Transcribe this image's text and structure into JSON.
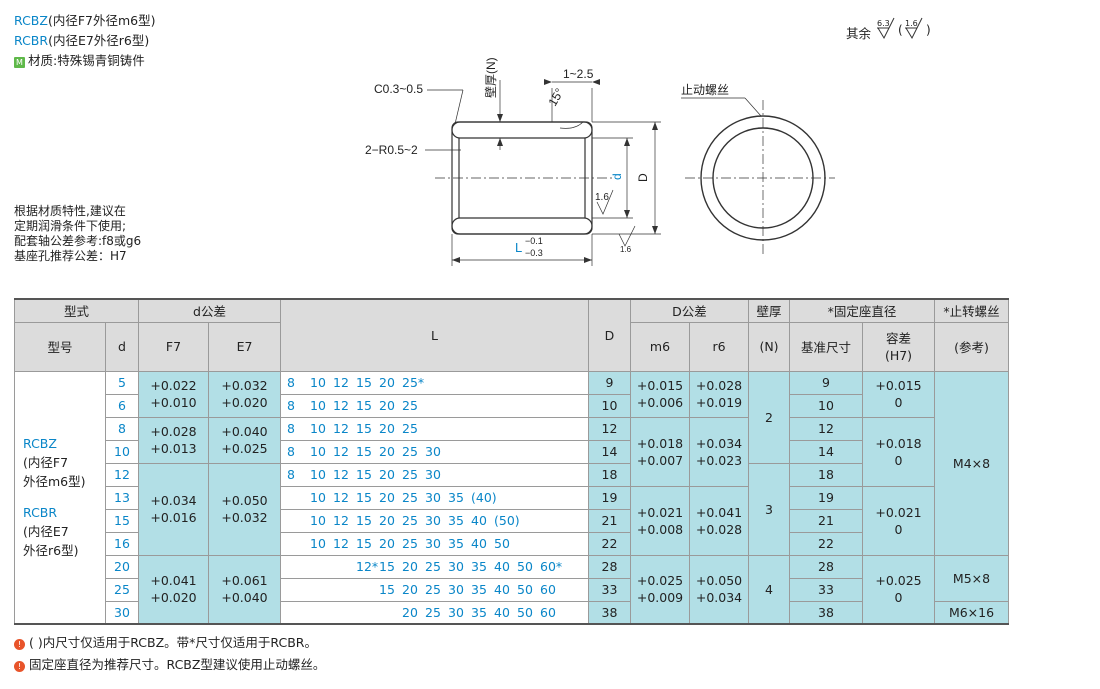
{
  "header": {
    "line1_code": "RCBZ",
    "line1_desc": "(内径F7外径m6型)",
    "line2_code": "RCBR",
    "line2_desc": "(内径E7外径r6型)",
    "material_badge": "M",
    "material_text": "材质:特殊锡青铜铸件"
  },
  "surface_note": {
    "prefix": "其余",
    "r1": "6.3",
    "r2": "1.6"
  },
  "side_note": [
    "根据材质特性,建议在",
    "定期润滑条件下使用;",
    "配套轴公差参考:f8或g6",
    "基座孔推荐公差：H7"
  ],
  "drawing": {
    "chamfer": "C0.3~0.5",
    "radius": "2−R0.5~2",
    "wall": "壁厚(N)",
    "angle": "15°",
    "gap": "1~2.5",
    "d": "d",
    "D": "D",
    "roughness1": "1.6",
    "roughness2": "1.6",
    "L": "L",
    "L_upper": "−0.1",
    "L_lower": "−0.3",
    "stop_screw": "止动螺丝"
  },
  "table": {
    "h_type": "型式",
    "h_dtol": "d公差",
    "h_L": "L",
    "h_D": "D",
    "h_Dtol": "D公差",
    "h_wall": "壁厚",
    "h_fix": "*固定座直径",
    "h_screw": "*止转螺丝",
    "h_model": "型号",
    "h_d": "d",
    "h_F7": "F7",
    "h_E7": "E7",
    "h_m6": "m6",
    "h_r6": "r6",
    "h_N": "(N)",
    "h_base": "基准尺寸",
    "h_tol1": "容差",
    "h_tol2": "(H7)",
    "h_ref": "(参考)",
    "model": {
      "a": "RCBZ",
      "a1": "(内径F7",
      "a2": "外径m6型)",
      "b": "RCBR",
      "b1": "(内径E7",
      "b2": "外径r6型)"
    },
    "d": [
      "5",
      "6",
      "8",
      "10",
      "12",
      "13",
      "15",
      "16",
      "20",
      "25",
      "30"
    ],
    "F7": [
      [
        "+0.022",
        "+0.010"
      ],
      [
        "+0.028",
        "+0.013"
      ],
      [
        "+0.034",
        "+0.016"
      ],
      [
        "+0.041",
        "+0.020"
      ]
    ],
    "E7": [
      [
        "+0.032",
        "+0.020"
      ],
      [
        "+0.040",
        "+0.025"
      ],
      [
        "+0.050",
        "+0.032"
      ],
      [
        "+0.061",
        "+0.040"
      ]
    ],
    "L": [
      [
        "8",
        "10",
        "12",
        "15",
        "20",
        "25*",
        "",
        "",
        "",
        "",
        "",
        ""
      ],
      [
        "8",
        "10",
        "12",
        "15",
        "20",
        "25",
        "",
        "",
        "",
        "",
        "",
        ""
      ],
      [
        "8",
        "10",
        "12",
        "15",
        "20",
        "25",
        "",
        "",
        "",
        "",
        "",
        ""
      ],
      [
        "8",
        "10",
        "12",
        "15",
        "20",
        "25",
        "30",
        "",
        "",
        "",
        "",
        ""
      ],
      [
        "8",
        "10",
        "12",
        "15",
        "20",
        "25",
        "30",
        "",
        "",
        "",
        "",
        ""
      ],
      [
        "",
        "10",
        "12",
        "15",
        "20",
        "25",
        "30",
        "35",
        "(40)",
        "",
        "",
        ""
      ],
      [
        "",
        "10",
        "12",
        "15",
        "20",
        "25",
        "30",
        "35",
        "40",
        "(50)",
        "",
        ""
      ],
      [
        "",
        "10",
        "12",
        "15",
        "20",
        "25",
        "30",
        "35",
        "40",
        "50",
        "",
        ""
      ],
      [
        "",
        "",
        "",
        "12*",
        "15",
        "20",
        "25",
        "30",
        "35",
        "40",
        "50",
        "60*"
      ],
      [
        "",
        "",
        "",
        "",
        "15",
        "20",
        "25",
        "30",
        "35",
        "40",
        "50",
        "60"
      ],
      [
        "",
        "",
        "",
        "",
        "",
        "20",
        "25",
        "30",
        "35",
        "40",
        "50",
        "60"
      ]
    ],
    "D": [
      "9",
      "10",
      "12",
      "14",
      "18",
      "19",
      "21",
      "22",
      "28",
      "33",
      "38"
    ],
    "m6": [
      [
        "+0.015",
        "+0.006"
      ],
      [
        "+0.018",
        "+0.007"
      ],
      [
        "+0.021",
        "+0.008"
      ],
      [
        "+0.025",
        "+0.009"
      ]
    ],
    "r6": [
      [
        "+0.028",
        "+0.019"
      ],
      [
        "+0.034",
        "+0.023"
      ],
      [
        "+0.041",
        "+0.028"
      ],
      [
        "+0.050",
        "+0.034"
      ]
    ],
    "N": [
      "2",
      "3",
      "4"
    ],
    "fix_base": [
      "9",
      "10",
      "12",
      "14",
      "18",
      "19",
      "21",
      "22",
      "28",
      "33",
      "38"
    ],
    "fix_tol": [
      [
        "+0.015",
        "0"
      ],
      [
        "+0.018",
        "0"
      ],
      [
        "+0.021",
        "0"
      ],
      [
        "+0.025",
        "0"
      ]
    ],
    "screw": [
      "M4×8",
      "M5×8",
      "M6×16"
    ]
  },
  "footnotes": [
    "( )内尺寸仅适用于RCBZ。带*尺寸仅适用于RCBR。",
    "固定座直径为推荐尺寸。RCBZ型建议使用止动螺丝。"
  ],
  "footnote_icon": "!"
}
